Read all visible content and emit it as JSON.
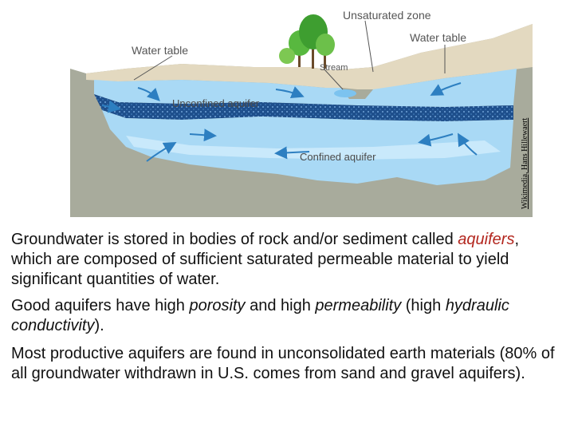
{
  "diagram": {
    "labels": {
      "unsaturated_zone": "Unsaturated zone",
      "water_table_left": "Water table",
      "water_table_right": "Water table",
      "stream": "Stream",
      "unconfined_aquifer": "Unconfined aquifer",
      "confined_aquifer": "Confined aquifer"
    },
    "credit": "Wikimedia, Hans Hillewaert",
    "colors": {
      "water": "#a9d9f5",
      "water_light": "#c9e9fb",
      "confining_layer": "#1e4f8c",
      "rock": "#a8ab9c",
      "soil": "#e3d9c0",
      "arrows": "#2d7fc1",
      "tree_green": "#4caf3a"
    }
  },
  "text": {
    "p1_before": "Groundwater is stored in bodies of rock and/or sediment called ",
    "p1_term": "aquifers",
    "p1_after": ", which are composed of sufficient saturated permeable material to yield significant quantities of water.",
    "p2_before": "Good aquifers have high ",
    "p2_term1": "porosity",
    "p2_mid": " and high ",
    "p2_term2": "permeability",
    "p2_paren_open": " (high ",
    "p2_term3": "hydraulic conductivity",
    "p2_end": ").",
    "p3": "Most productive aquifers are found in unconsolidated earth materials (80% of all groundwater withdrawn in U.S. comes from sand and gravel aquifers)."
  }
}
